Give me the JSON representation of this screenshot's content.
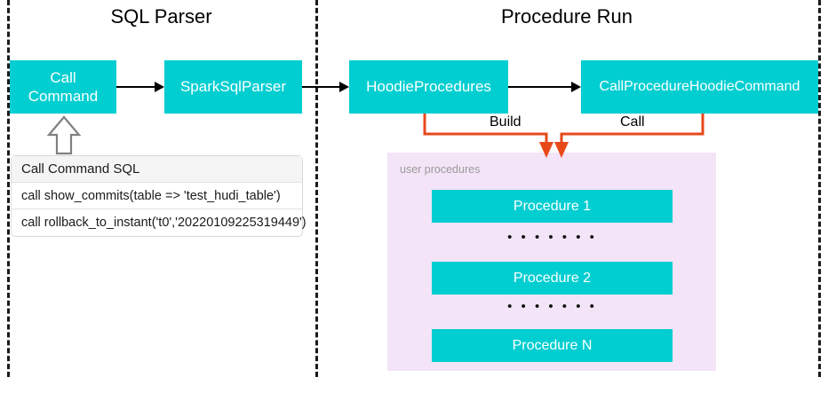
{
  "sections": {
    "left": {
      "title": "SQL Parser"
    },
    "right": {
      "title": "Procedure Run"
    }
  },
  "nodes": {
    "call_command": "Call\nCommand",
    "spark_sql_parser": "SparkSqlParser",
    "hoodie_procedures": "HoodieProcedures",
    "call_procedure_hoodie_command": "CallProcedureHoodieCommand"
  },
  "connectors": {
    "build_label": "Build",
    "call_label": "Call"
  },
  "sql_table": {
    "header": "Call Command SQL",
    "rows": [
      "call show_commits(table => 'test_hudi_table')",
      "call rollback_to_instant('t0','20220109225319449')"
    ]
  },
  "procedures_panel": {
    "caption": "user procedures",
    "items": [
      "Procedure 1",
      "Procedure 2",
      "Procedure N"
    ],
    "ellipsis": "• • • • • • •"
  },
  "colors": {
    "teal": "#00CED1",
    "panel_lavender": "#F3E4F7",
    "connector_orange": "#E8491B",
    "divider_black": "#1A1A1A",
    "text_white": "#FFFFFF",
    "caption_gray": "#9B9B9B"
  }
}
